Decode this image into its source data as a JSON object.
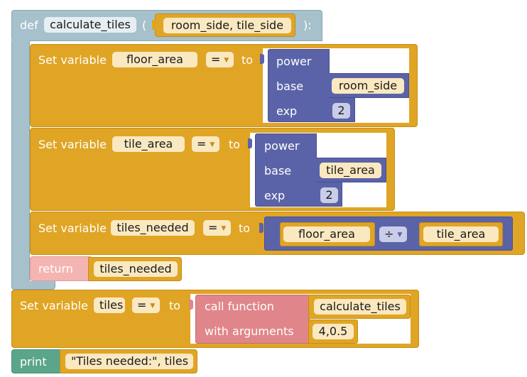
{
  "def_block": {
    "keyword": "def",
    "name": "calculate_tiles",
    "open_paren": "(",
    "params": "room_side, tile_side",
    "close_paren": "):"
  },
  "stmt1": {
    "set_label": "Set variable",
    "var": "floor_area",
    "op": "=",
    "to_label": "to",
    "power_label": "power",
    "base_label": "base",
    "base_value": "room_side",
    "exp_label": "exp",
    "exp_value": "2"
  },
  "stmt2": {
    "set_label": "Set variable",
    "var": "tile_area",
    "op": "=",
    "to_label": "to",
    "power_label": "power",
    "base_label": "base",
    "base_value": "tile_area",
    "exp_label": "exp",
    "exp_value": "2"
  },
  "stmt3": {
    "set_label": "Set variable",
    "var": "tiles_needed",
    "op": "=",
    "to_label": "to",
    "left": "floor_area",
    "div_op": "÷",
    "right": "tile_area"
  },
  "return_block": {
    "keyword": "return",
    "value": "tiles_needed"
  },
  "stmt4": {
    "set_label": "Set variable",
    "var": "tiles",
    "op": "=",
    "to_label": "to",
    "call_label": "call function",
    "func_name": "calculate_tiles",
    "args_label": "with arguments",
    "args_value": "4,0.5"
  },
  "print_block": {
    "keyword": "print",
    "value": "\"Tiles needed:\", tiles"
  },
  "colors": {
    "definition": "#a6c1cc",
    "variable": "#e0a525",
    "math": "#5b63a8",
    "return": "#f4b5b2",
    "call": "#e0868a",
    "print": "#5ba58b"
  }
}
